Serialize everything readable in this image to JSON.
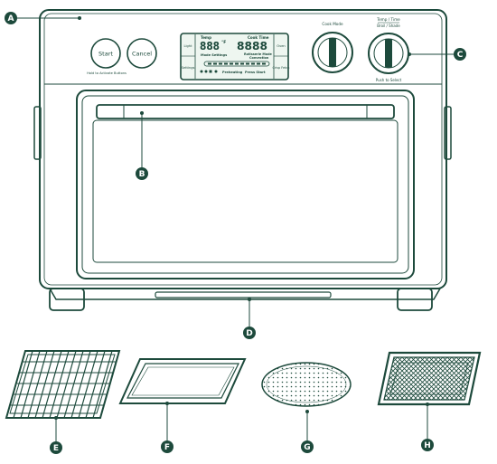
{
  "colors": {
    "ink": "#1d4a3c",
    "callout": "#1d4a3c",
    "lcd_bg": "#eef6f0"
  },
  "buttons": {
    "start": "Start",
    "cancel": "Cancel",
    "hold_hint": "Hold to Activate Buttons"
  },
  "lcd": {
    "temp_label": "Temp",
    "cook_time_label": "Cook Time",
    "temp_digits": "888",
    "time_digits": "8888",
    "degree": "°F",
    "mode_settings": "Mode Settings",
    "rotisserie_mode": "Rotisserie Mode",
    "convection": "Convection",
    "preheating": "Preheating",
    "press_start": "Press Start",
    "left_keys": [
      "Light",
      "Settings"
    ],
    "right_keys": [
      "Oven",
      "Crisp Fetch"
    ]
  },
  "knobs": {
    "cook_mode": "Cook Mode",
    "temp_time_line1": "Temp / Time",
    "temp_time_line2": "Broil / Shade",
    "push_to_select": "Push to Select"
  },
  "callouts": {
    "a": "A",
    "b": "B",
    "c": "C",
    "d": "D",
    "e": "E",
    "f": "F",
    "g": "G",
    "h": "H"
  }
}
